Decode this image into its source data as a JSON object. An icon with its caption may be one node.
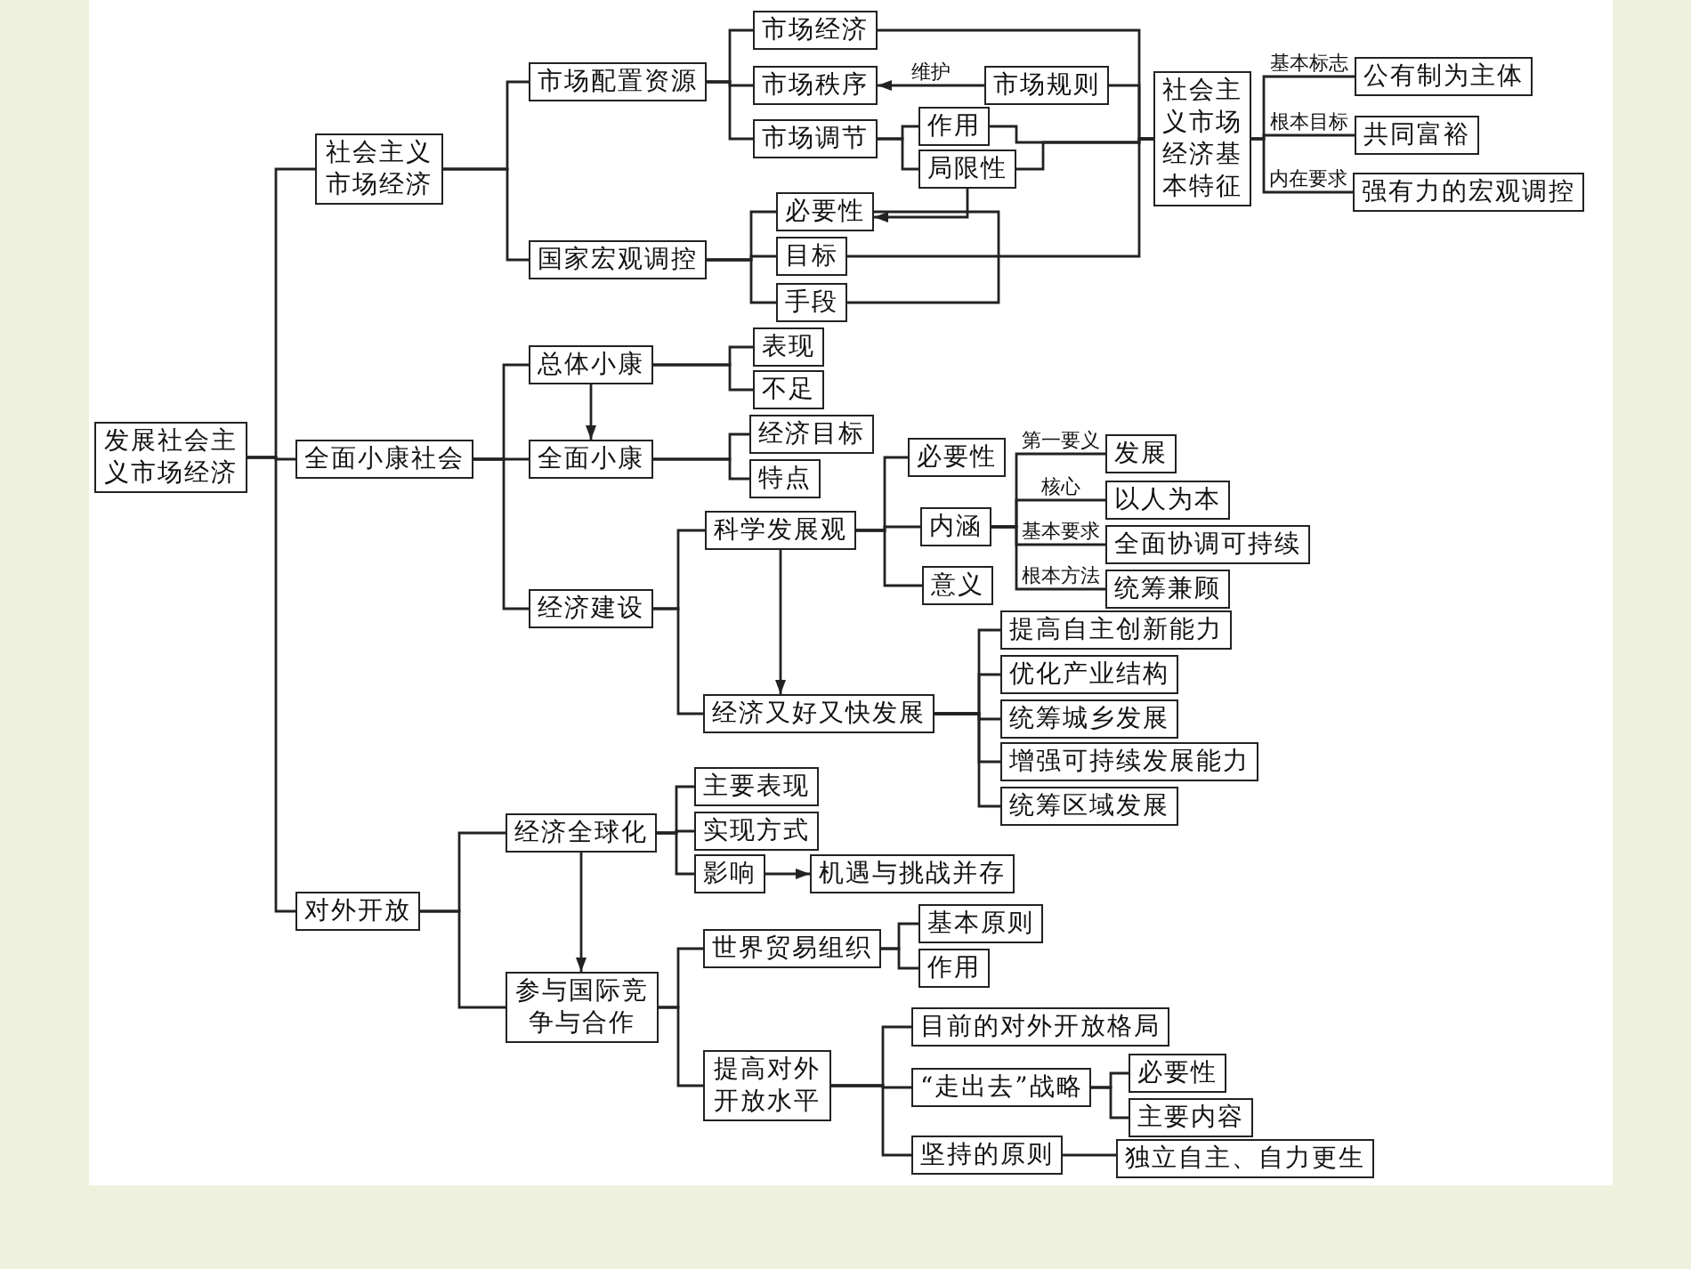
{
  "diagram": {
    "nodes": [
      {
        "text": [
          "发展社会主义市场经济"
        ]
      },
      {
        "text": [
          "社会主义市场经济"
        ]
      },
      {
        "text": [
          "市场配置资源"
        ]
      },
      {
        "text": [
          "国家宏观调控"
        ]
      },
      {
        "text": [
          "市场经济"
        ]
      },
      {
        "text": [
          "市场秩序"
        ]
      },
      {
        "text": [
          "市场调节"
        ]
      },
      {
        "text": [
          "市场规则"
        ]
      },
      {
        "text": [
          "作用"
        ]
      },
      {
        "text": [
          "局限性"
        ]
      },
      {
        "text": [
          "必要性"
        ]
      },
      {
        "text": [
          "目标"
        ]
      },
      {
        "text": [
          "手段"
        ]
      },
      {
        "text": [
          "社会主义市场经济基本特征"
        ]
      },
      {
        "text": [
          "公有制为主体"
        ]
      },
      {
        "text": [
          "共同富裕"
        ]
      },
      {
        "text": [
          "强有力的宏观调控"
        ]
      },
      {
        "text": [
          "全面小康社会"
        ]
      },
      {
        "text": [
          "总体小康"
        ]
      },
      {
        "text": [
          "表现"
        ]
      },
      {
        "text": [
          "不足"
        ]
      },
      {
        "text": [
          "全面小康"
        ]
      },
      {
        "text": [
          "经济目标"
        ]
      },
      {
        "text": [
          "特点"
        ]
      },
      {
        "text": [
          "科学发展观"
        ]
      },
      {
        "text": [
          "经济建设"
        ]
      },
      {
        "text": [
          "必要性"
        ]
      },
      {
        "text": [
          "内涵"
        ]
      },
      {
        "text": [
          "意义"
        ]
      },
      {
        "text": [
          "发展"
        ]
      },
      {
        "text": [
          "以人为本"
        ]
      },
      {
        "text": [
          "全面协调可持续"
        ]
      },
      {
        "text": [
          "统筹兼顾"
        ]
      },
      {
        "text": [
          "经济又好又快发展"
        ]
      },
      {
        "text": [
          "提高自主创新能力"
        ]
      },
      {
        "text": [
          "优化产业结构"
        ]
      },
      {
        "text": [
          "统筹城乡发展"
        ]
      },
      {
        "text": [
          "增强可持续发展能力"
        ]
      },
      {
        "text": [
          "统筹区域发展"
        ]
      },
      {
        "text": [
          "对外开放"
        ]
      },
      {
        "text": [
          "经济全球化"
        ]
      },
      {
        "text": [
          "主要表现"
        ]
      },
      {
        "text": [
          "实现方式"
        ]
      },
      {
        "text": [
          "影响"
        ]
      },
      {
        "text": [
          "机遇与挑战并存"
        ]
      },
      {
        "text": [
          "参与国际竞争与合作"
        ]
      },
      {
        "text": [
          "世界贸易组织"
        ]
      },
      {
        "text": [
          "基本原则"
        ]
      },
      {
        "text": [
          "作用"
        ]
      },
      {
        "text": [
          "提高对外开放水平"
        ]
      },
      {
        "text": [
          "目前的对外开放格局"
        ]
      },
      {
        "text": [
          "“走出去”战略"
        ]
      },
      {
        "text": [
          "必要性"
        ]
      },
      {
        "text": [
          "主要内容"
        ]
      },
      {
        "text": [
          "坚持的原则"
        ]
      },
      {
        "text": [
          "独立自主、自力更生"
        ]
      }
    ],
    "edges": [
      {
        "from": 0,
        "to": 1,
        "arrow": "none"
      },
      {
        "from": 0,
        "to": 17,
        "arrow": "none"
      },
      {
        "from": 0,
        "to": 39,
        "arrow": "none"
      },
      {
        "from": 1,
        "to": 2,
        "arrow": "none"
      },
      {
        "from": 1,
        "to": 3,
        "arrow": "none"
      },
      {
        "from": 2,
        "to": 4,
        "arrow": "none"
      },
      {
        "from": 2,
        "to": 5,
        "arrow": "none"
      },
      {
        "from": 2,
        "to": 6,
        "arrow": "none"
      },
      {
        "from": 3,
        "to": 10,
        "arrow": "none"
      },
      {
        "from": 3,
        "to": 11,
        "arrow": "none"
      },
      {
        "from": 3,
        "to": 12,
        "arrow": "none"
      },
      {
        "from": 7,
        "to": 5,
        "arrow": "to",
        "label": "维护"
      },
      {
        "from": 6,
        "to": 8,
        "arrow": "none"
      },
      {
        "from": 6,
        "to": 9,
        "arrow": "none"
      },
      {
        "from": 9,
        "to": 10,
        "arrow": "to"
      },
      {
        "from": 10,
        "to": 12,
        "arrow": "none"
      },
      {
        "from": 4,
        "to": 13,
        "arrow": "none"
      },
      {
        "from": 7,
        "to": 13,
        "arrow": "none"
      },
      {
        "from": 8,
        "to": 13,
        "arrow": "none"
      },
      {
        "from": 9,
        "to": 13,
        "arrow": "none"
      },
      {
        "from": 11,
        "to": 13,
        "arrow": "none"
      },
      {
        "from": 13,
        "to": 14,
        "arrow": "none",
        "label": "基本标志"
      },
      {
        "from": 13,
        "to": 15,
        "arrow": "none",
        "label": "根本目标"
      },
      {
        "from": 13,
        "to": 16,
        "arrow": "none",
        "label": "内在要求"
      },
      {
        "from": 17,
        "to": 18,
        "arrow": "none"
      },
      {
        "from": 17,
        "to": 21,
        "arrow": "none"
      },
      {
        "from": 17,
        "to": 25,
        "arrow": "none"
      },
      {
        "from": 18,
        "to": 21,
        "arrow": "to"
      },
      {
        "from": 18,
        "to": 19,
        "arrow": "none"
      },
      {
        "from": 18,
        "to": 20,
        "arrow": "none"
      },
      {
        "from": 21,
        "to": 22,
        "arrow": "none"
      },
      {
        "from": 21,
        "to": 23,
        "arrow": "none"
      },
      {
        "from": 25,
        "to": 24,
        "arrow": "none"
      },
      {
        "from": 25,
        "to": 33,
        "arrow": "none"
      },
      {
        "from": 24,
        "to": 33,
        "arrow": "to"
      },
      {
        "from": 24,
        "to": 26,
        "arrow": "none"
      },
      {
        "from": 24,
        "to": 27,
        "arrow": "none"
      },
      {
        "from": 24,
        "to": 28,
        "arrow": "none"
      },
      {
        "from": 27,
        "to": 29,
        "arrow": "none",
        "label": "第一要义"
      },
      {
        "from": 27,
        "to": 30,
        "arrow": "none",
        "label": "核心"
      },
      {
        "from": 27,
        "to": 31,
        "arrow": "none",
        "label": "基本要求"
      },
      {
        "from": 27,
        "to": 32,
        "arrow": "none",
        "label": "根本方法"
      },
      {
        "from": 33,
        "to": 34,
        "arrow": "none"
      },
      {
        "from": 33,
        "to": 35,
        "arrow": "none"
      },
      {
        "from": 33,
        "to": 36,
        "arrow": "none"
      },
      {
        "from": 33,
        "to": 37,
        "arrow": "none"
      },
      {
        "from": 33,
        "to": 38,
        "arrow": "none"
      },
      {
        "from": 39,
        "to": 40,
        "arrow": "none"
      },
      {
        "from": 39,
        "to": 45,
        "arrow": "none"
      },
      {
        "from": 40,
        "to": 45,
        "arrow": "to"
      },
      {
        "from": 40,
        "to": 41,
        "arrow": "none"
      },
      {
        "from": 40,
        "to": 42,
        "arrow": "none"
      },
      {
        "from": 40,
        "to": 43,
        "arrow": "none"
      },
      {
        "from": 43,
        "to": 44,
        "arrow": "to"
      },
      {
        "from": 45,
        "to": 46,
        "arrow": "none"
      },
      {
        "from": 45,
        "to": 49,
        "arrow": "none"
      },
      {
        "from": 46,
        "to": 47,
        "arrow": "none"
      },
      {
        "from": 46,
        "to": 48,
        "arrow": "none"
      },
      {
        "from": 49,
        "to": 50,
        "arrow": "none"
      },
      {
        "from": 49,
        "to": 51,
        "arrow": "none"
      },
      {
        "from": 49,
        "to": 54,
        "arrow": "none"
      },
      {
        "from": 51,
        "to": 52,
        "arrow": "none"
      },
      {
        "from": 51,
        "to": 53,
        "arrow": "none"
      },
      {
        "from": 54,
        "to": 55,
        "arrow": "none"
      }
    ]
  }
}
